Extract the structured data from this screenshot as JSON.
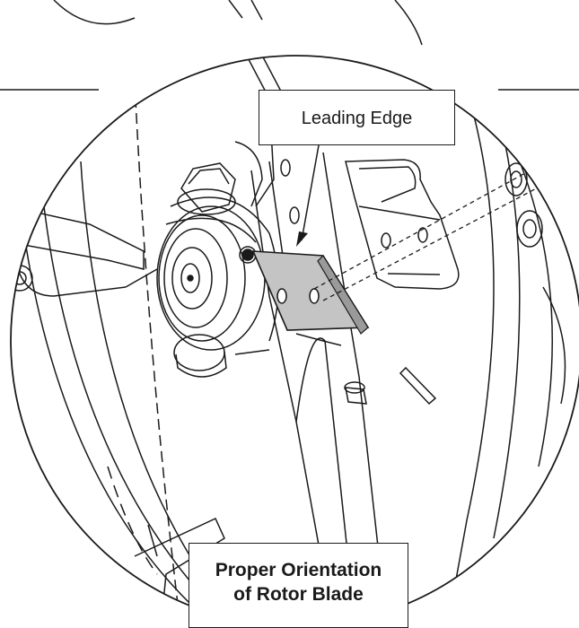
{
  "callout": {
    "leading_edge_label": "Leading Edge"
  },
  "caption": {
    "line1": "Proper Orientation",
    "line2": "of Rotor Blade"
  },
  "colors": {
    "line": "#1a1a1a",
    "blade_fill": "#c4c4c4",
    "background": "#ffffff"
  }
}
